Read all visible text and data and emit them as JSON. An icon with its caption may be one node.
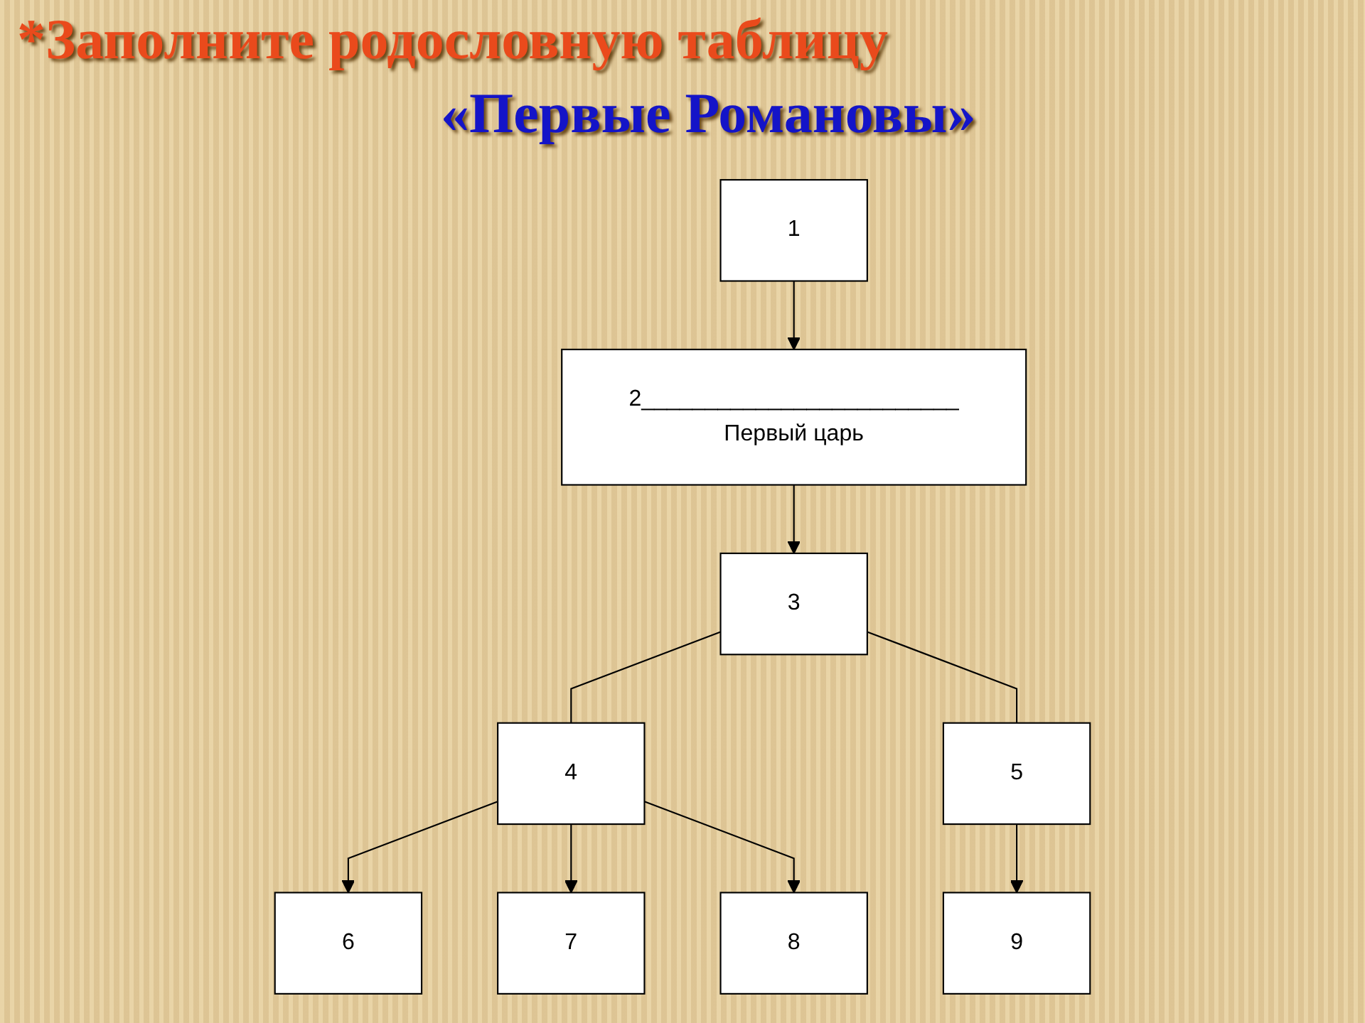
{
  "diagram": {
    "title": "*Заполните родословную таблицу",
    "nodes": [
      {
        "text": [
          "1"
        ]
      },
      {
        "text": [
          "2_________________________",
          "Первый царь"
        ]
      },
      {
        "text": [
          "4"
        ]
      },
      {
        "text": [
          "3"
        ]
      },
      {
        "text": [
          "5"
        ]
      },
      {
        "text": [
          "6"
        ]
      },
      {
        "text": [
          "7"
        ]
      },
      {
        "text": [
          "8"
        ]
      },
      {
        "text": [
          "9"
        ]
      }
    ],
    "edges": [
      {
        "from": 0,
        "to": 1,
        "arrow": "to"
      },
      {
        "from": 1,
        "to": 3,
        "arrow": "to"
      },
      {
        "from": 3,
        "to": 2,
        "arrow": "none"
      },
      {
        "from": 3,
        "to": 4,
        "arrow": "none"
      },
      {
        "from": 2,
        "to": 5,
        "arrow": "to"
      },
      {
        "from": 2,
        "to": 6,
        "arrow": "to"
      },
      {
        "from": 2,
        "to": 7,
        "arrow": "to"
      },
      {
        "from": 4,
        "to": 8,
        "arrow": "to"
      }
    ],
    "labels": [
      "«Первые Романовы»"
    ]
  }
}
